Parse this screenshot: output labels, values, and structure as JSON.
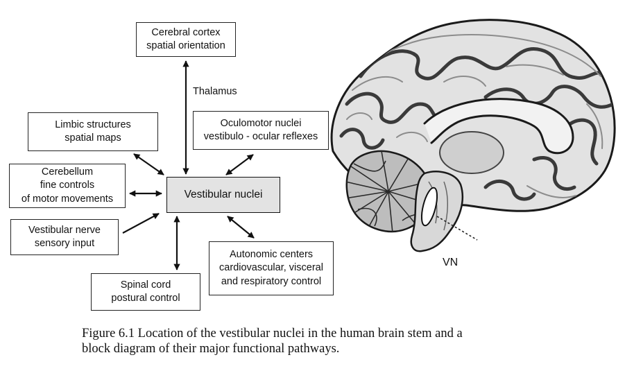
{
  "diagram": {
    "nodes": {
      "cerebral_cortex": [
        "Cerebral cortex",
        "spatial orientation"
      ],
      "limbic": [
        "Limbic structures",
        "spatial maps"
      ],
      "oculomotor": [
        "Oculomotor nuclei",
        "vestibulo - ocular reflexes"
      ],
      "cerebellum": [
        "Cerebellum",
        "fine controls",
        "of motor movements"
      ],
      "vestibular_nuclei": [
        "Vestibular nuclei"
      ],
      "vestibular_nerve": [
        "Vestibular nerve",
        "sensory input"
      ],
      "autonomic": [
        "Autonomic centers",
        "cardiovascular, visceral",
        "and respiratory control"
      ],
      "spinal_cord": [
        "Spinal cord",
        "postural control"
      ]
    },
    "edge_labels": {
      "thalamus": "Thalamus"
    },
    "edges": [
      {
        "from": "vestibular_nuclei",
        "to": "cerebral_cortex",
        "direction": "both"
      },
      {
        "from": "vestibular_nuclei",
        "to": "limbic",
        "direction": "both"
      },
      {
        "from": "vestibular_nuclei",
        "to": "oculomotor",
        "direction": "both"
      },
      {
        "from": "vestibular_nuclei",
        "to": "cerebellum",
        "direction": "both"
      },
      {
        "from": "vestibular_nerve",
        "to": "vestibular_nuclei",
        "direction": "forward"
      },
      {
        "from": "vestibular_nuclei",
        "to": "autonomic",
        "direction": "both"
      },
      {
        "from": "vestibular_nuclei",
        "to": "spinal_cord",
        "direction": "both"
      }
    ]
  },
  "brain_figure": {
    "label": "VN"
  },
  "caption": {
    "line1": "Figure 6.1  Location of the vestibular nuclei in the human brain stem and a",
    "line2": "block diagram of their major functional pathways."
  }
}
